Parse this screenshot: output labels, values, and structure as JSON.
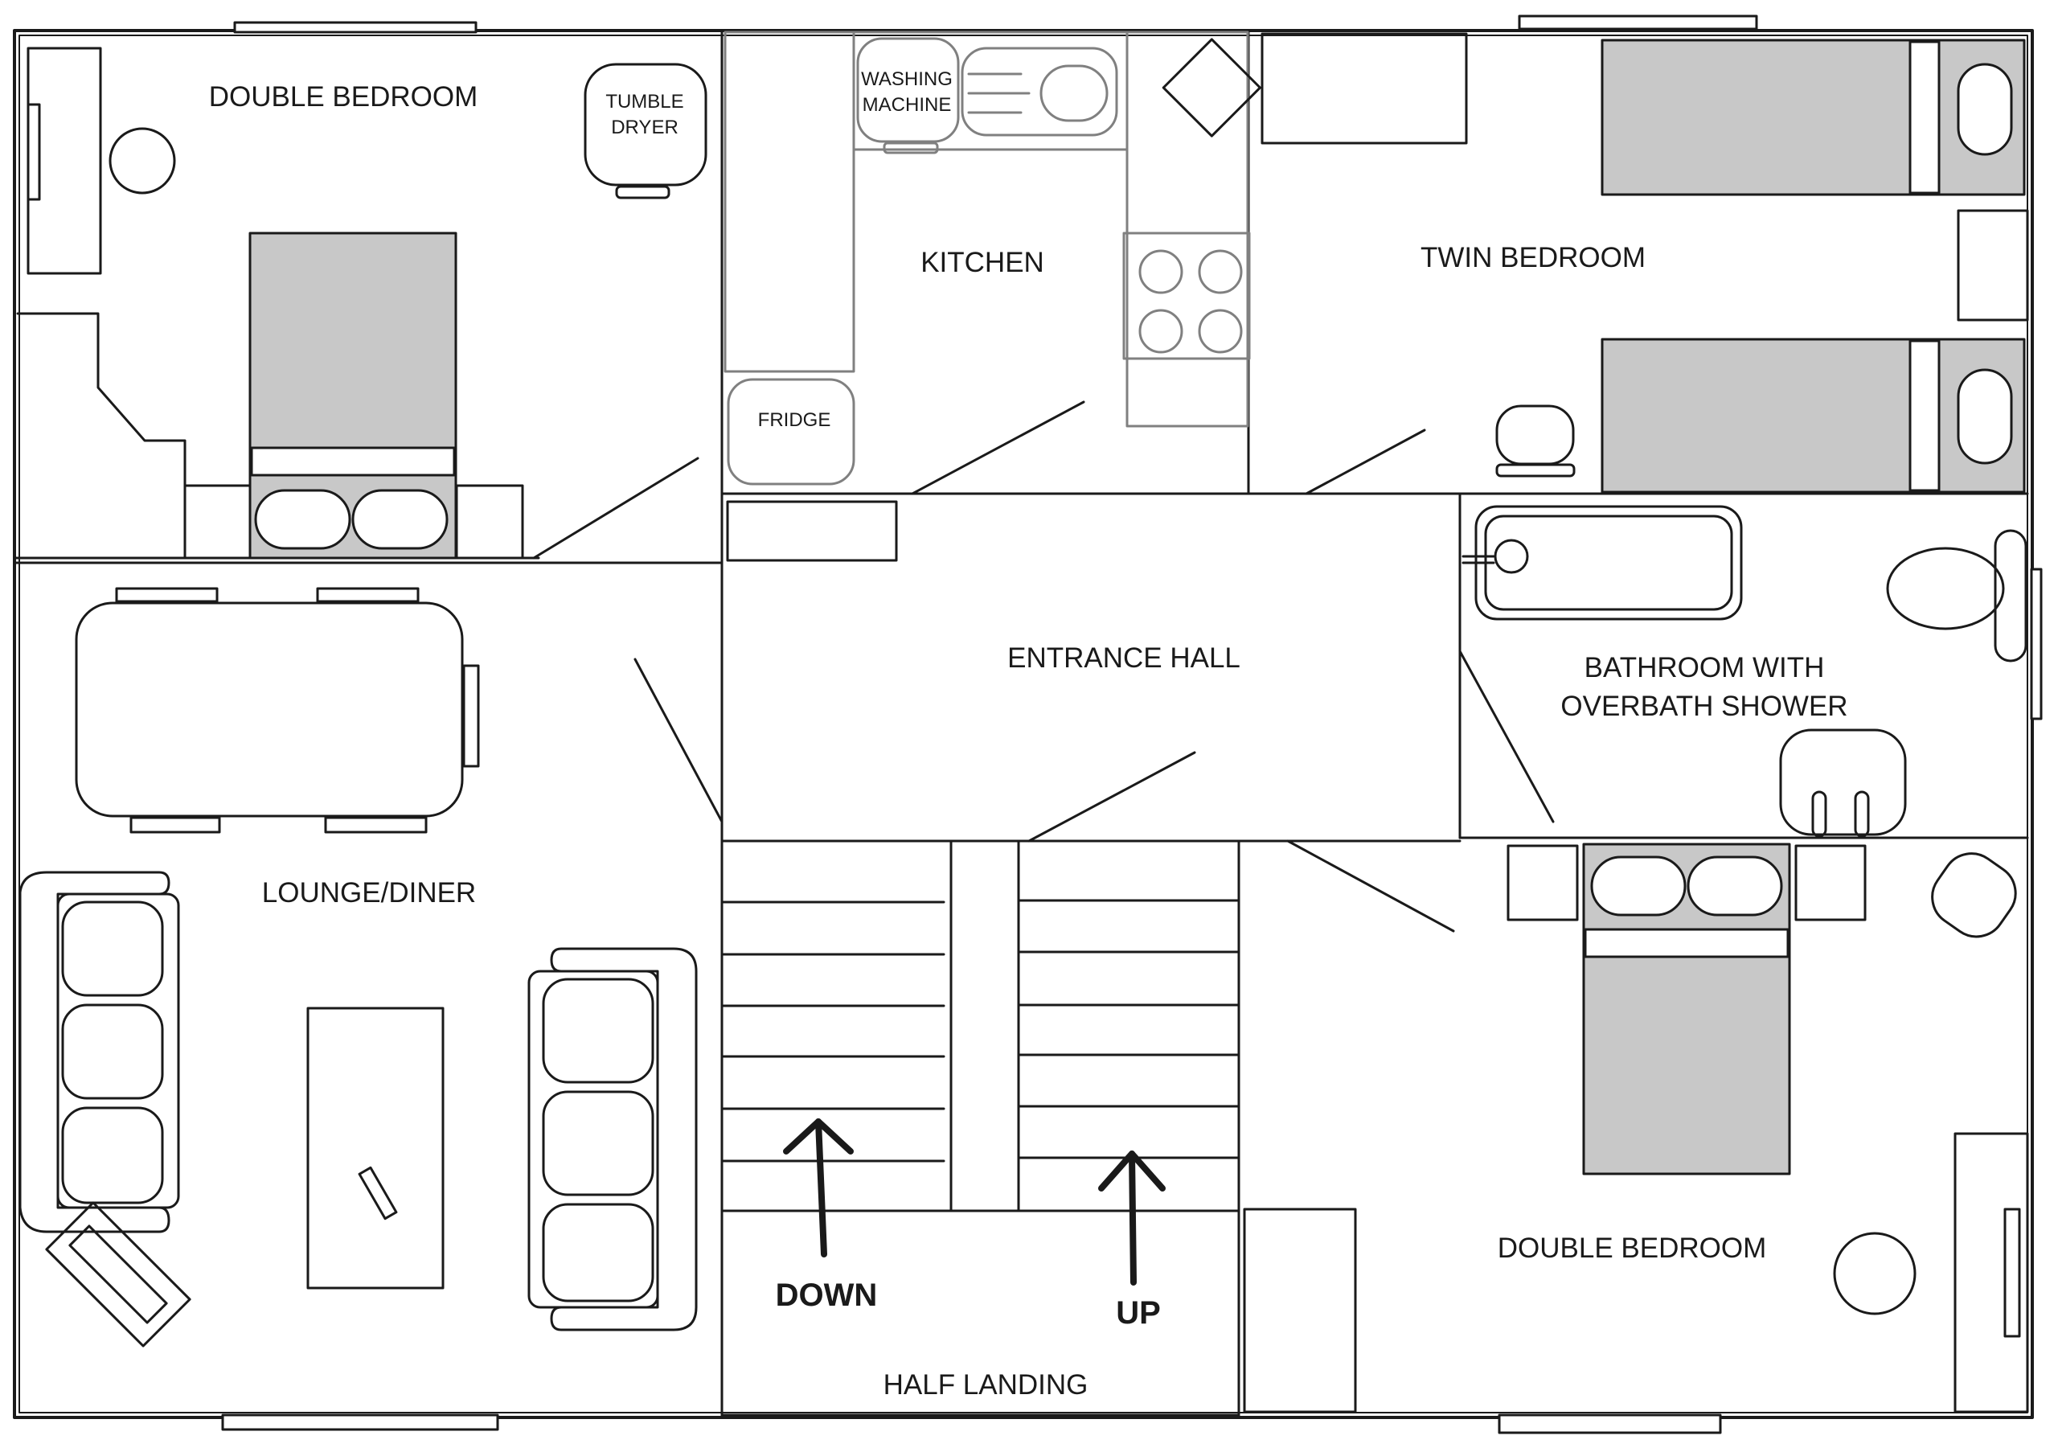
{
  "plan": {
    "rooms": {
      "double_bedroom_top": "DOUBLE BEDROOM",
      "kitchen": "KITCHEN",
      "twin_bedroom": "TWIN BEDROOM",
      "entrance_hall": "ENTRANCE HALL",
      "bathroom_line1": "BATHROOM WITH",
      "bathroom_line2": "OVERBATH SHOWER",
      "lounge_diner": "LOUNGE/DINER",
      "double_bedroom_bottom": "DOUBLE BEDROOM",
      "half_landing": "HALF LANDING"
    },
    "appliances": {
      "tumble_dryer_line1": "TUMBLE",
      "tumble_dryer_line2": "DRYER",
      "washing_machine_line1": "WASHING",
      "washing_machine_line2": "MACHINE",
      "fridge": "FRIDGE"
    },
    "stairs": {
      "down": "DOWN",
      "up": "UP"
    },
    "colors": {
      "wall": "#1a1a1a",
      "bed": "#c8c8c8",
      "fixture": "#808080",
      "background": "#ffffff"
    }
  }
}
